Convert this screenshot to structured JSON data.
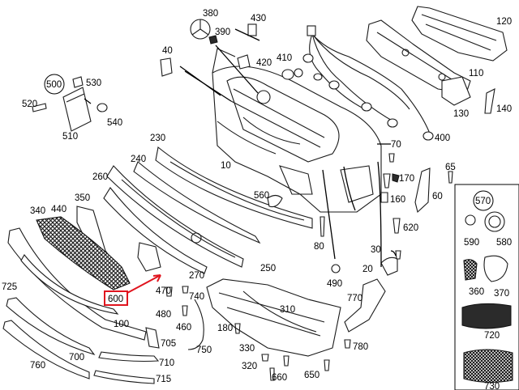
{
  "diagram": {
    "callouts": {
      "c10": "10",
      "c20": "20",
      "c30": "30",
      "c40": "40",
      "c60": "60",
      "c65": "65",
      "c70": "70",
      "c80": "80",
      "c100": "100",
      "c110": "110",
      "c120": "120",
      "c130": "130",
      "c140": "140",
      "c160": "160",
      "c170": "170",
      "c180": "180",
      "c230": "230",
      "c240": "240",
      "c250": "250",
      "c260": "260",
      "c270": "270",
      "c310": "310",
      "c320": "320",
      "c330": "330",
      "c340": "340",
      "c350": "350",
      "c360": "360",
      "c370": "370",
      "c380": "380",
      "c390": "390",
      "c400": "400",
      "c410": "410",
      "c420": "420",
      "c430": "430",
      "c440": "440",
      "c460": "460",
      "c470": "470",
      "c480": "480",
      "c490": "490",
      "c500": "500",
      "c510": "510",
      "c520": "520",
      "c530": "530",
      "c540": "540",
      "c560": "560",
      "c570": "570",
      "c580": "580",
      "c590": "590",
      "c600": "600",
      "c620": "620",
      "c650": "650",
      "c660": "660",
      "c700": "700",
      "c705": "705",
      "c710": "710",
      "c715": "715",
      "c720": "720",
      "c725": "725",
      "c730": "730",
      "c740": "740",
      "c750": "750",
      "c760": "760",
      "c770": "770",
      "c780": "780"
    },
    "highlighted_part": "600",
    "colors": {
      "highlight": "#e0141e",
      "line": "#1a1a1a"
    }
  }
}
